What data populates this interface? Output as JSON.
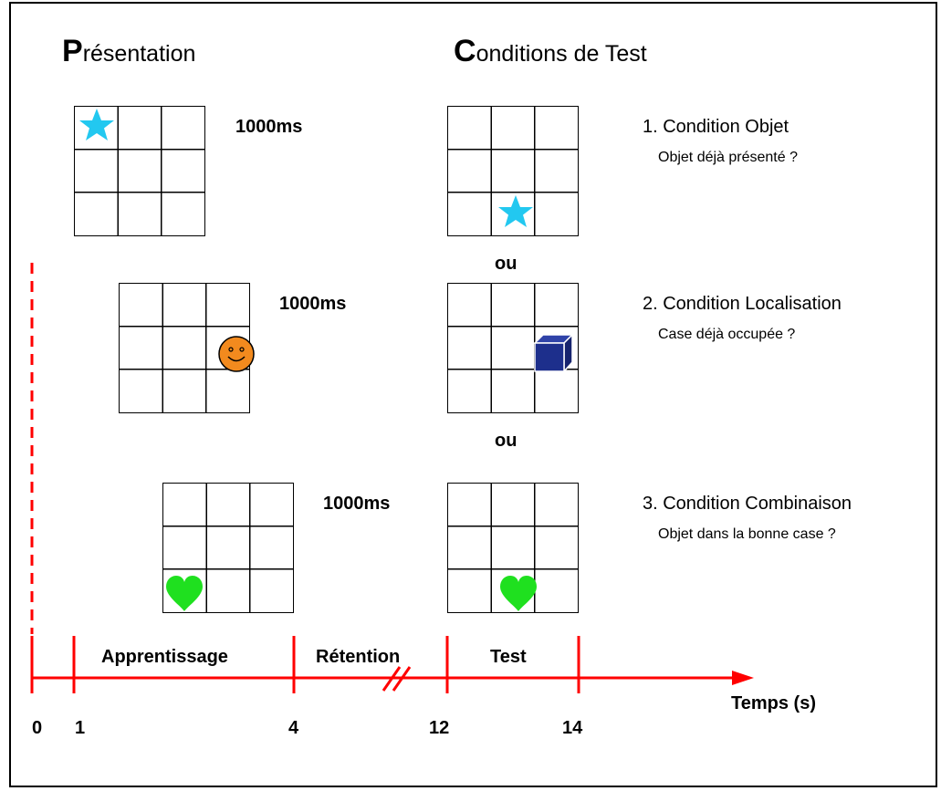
{
  "headings": {
    "presentation": {
      "cap": "P",
      "rest": "résentation"
    },
    "conditions": {
      "cap": "C",
      "rest": "onditions de Test"
    }
  },
  "durations": [
    "1000ms",
    "1000ms",
    "1000ms"
  ],
  "separators": [
    "ou",
    "ou"
  ],
  "conditions": [
    {
      "title": "1. Condition Objet",
      "question": "Objet déjà présenté ?"
    },
    {
      "title": "2. Condition Localisation",
      "question": "Case déjà occupée ?"
    },
    {
      "title": "3. Condition Combinaison",
      "question": "Objet dans la bonne case ?"
    }
  ],
  "timeline": {
    "phases": [
      "Apprentissage",
      "Rétention",
      "Test"
    ],
    "ticks": [
      "0",
      "1",
      "4",
      "12",
      "14"
    ],
    "axis_label": "Temps (s)"
  },
  "colors": {
    "timeline": "#ff0000",
    "star": "#22c8f0",
    "smiley": "#f28a1e",
    "cube": "#1d2f8c",
    "heart": "#1fe01f"
  },
  "icons": [
    "star-icon",
    "smiley-icon",
    "cube-icon",
    "heart-icon"
  ]
}
